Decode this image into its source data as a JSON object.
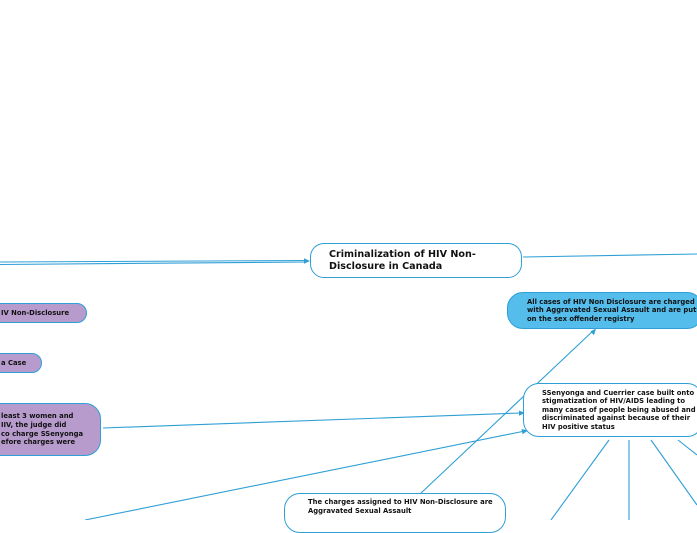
{
  "mindmap": {
    "central_topic": "Criminalization of HIV Non-Disclosure in Canada",
    "nodes": {
      "aggravated_assault": "All cases of HIV Non Disclosure are charged with Aggravated Sexual Assault and are put on the sex offender registry",
      "ssenyonga_cuerrier": "SSenyonga and Cuerrier case built onto stigmatization of HIV/AIDS leading to many cases of people being abused and discriminated against because of their HIV positive status",
      "charges_assigned": "The charges assigned to HIV Non-Disclosure are Aggravated Sexual Assault",
      "left_hiv_nondisclosure": "IV Non-Disclosure",
      "left_case": "a Case",
      "left_ssenyonga": "least 3 women and\nIIV, the judge did\nco charge SSenyonga\nefore charges were"
    }
  },
  "colors": {
    "link": "#2f9fd6",
    "blue_node": "#55bdec",
    "purple_node": "#b79bcc",
    "node_border": "#2f9fd6"
  }
}
